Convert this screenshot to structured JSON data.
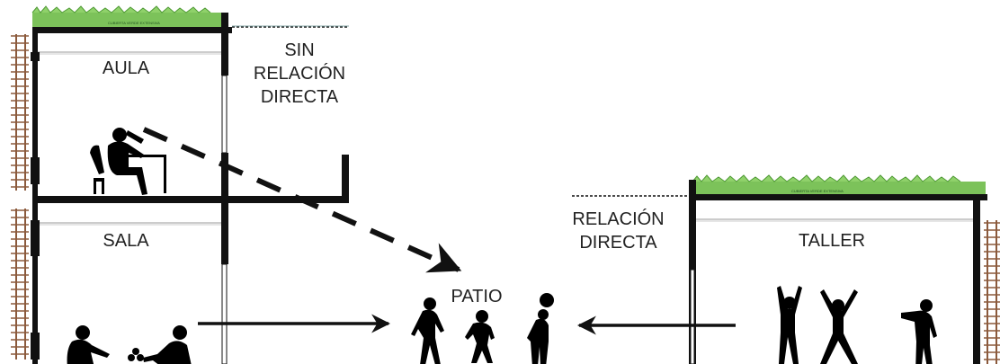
{
  "labels": {
    "aula": "AULA",
    "sin_relacion": [
      "SIN",
      "RELACIÓN",
      "DIRECTA"
    ],
    "sala": "SALA",
    "relacion_directa": [
      "RELACIÓN",
      "DIRECTA"
    ],
    "taller": "TALLER",
    "patio": "PATIO"
  },
  "roof_labels": {
    "left": "CUBIERTA VERDE EXTENSIVA",
    "right": "CUBIERTA VERDE EXTENSIVA"
  },
  "colors": {
    "structure": "#111111",
    "grass": "#6fbf4a",
    "ladder": "#8b5a3c",
    "silhouette": "#000000",
    "glass": "#d8d8d8"
  }
}
